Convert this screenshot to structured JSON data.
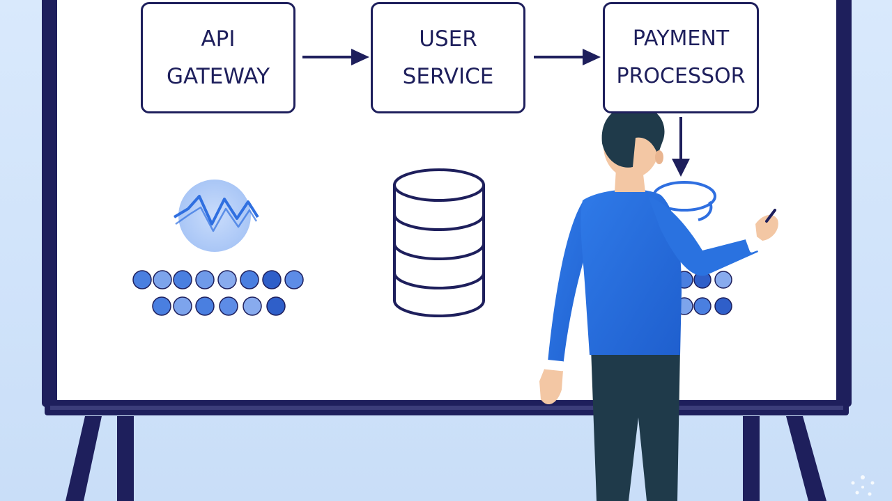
{
  "diagram": {
    "nodes": [
      {
        "id": "api-gateway",
        "lines": [
          "API",
          "GATEWAY"
        ]
      },
      {
        "id": "user-service",
        "lines": [
          "USER",
          "SERVICE"
        ]
      },
      {
        "id": "payment-processor",
        "lines": [
          "PAYMENT",
          "PROCESSOR"
        ]
      }
    ],
    "edges": [
      {
        "from": "api-gateway",
        "to": "user-service"
      },
      {
        "from": "user-service",
        "to": "payment-processor"
      },
      {
        "from": "payment-processor",
        "to": "cache-node"
      }
    ],
    "icons": [
      "waveform-icon",
      "database-icon",
      "cache-ring-icon"
    ]
  },
  "colors": {
    "ink": "#1e1f5c",
    "accent": "#2f6fe0",
    "shirt": "#2a72e0",
    "background": "#cfe3fb",
    "board": "#ffffff"
  }
}
